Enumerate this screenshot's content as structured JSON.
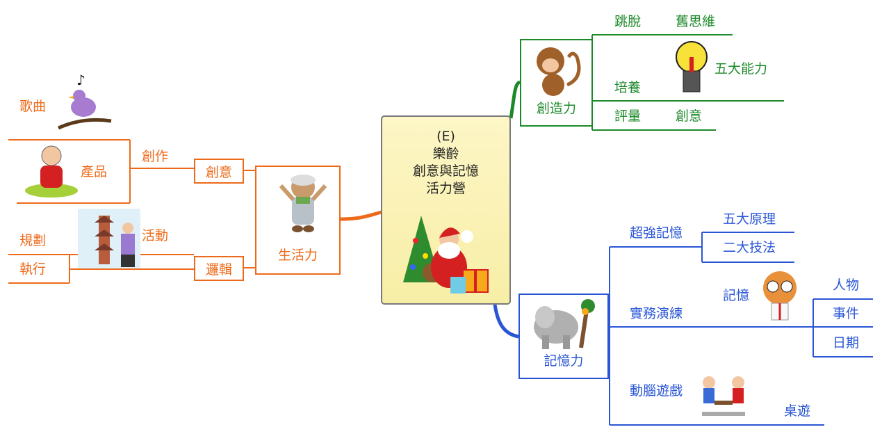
{
  "center": {
    "line1": "(E)",
    "line2": "樂齡",
    "line3": "創意與記憶",
    "line4": "活力營"
  },
  "left": {
    "main": "生活力",
    "creative": {
      "label": "創意",
      "branch": "創作",
      "items": [
        "歌曲",
        "產品"
      ]
    },
    "logic": {
      "label": "邏輯",
      "branch": "活動",
      "items": [
        "規劃",
        "執行"
      ]
    }
  },
  "creativity": {
    "label": "創造力",
    "rows": [
      {
        "left": "跳脫",
        "right": "舊思維"
      },
      {
        "left": "培養",
        "right": "五大能力"
      },
      {
        "left": "評量",
        "right": "創意"
      }
    ]
  },
  "memory": {
    "label": "記憶力",
    "super": {
      "label": "超強記憶",
      "items": [
        "五大原理",
        "二大技法"
      ]
    },
    "practice": {
      "label": "實務演練",
      "sub": "記憶",
      "items": [
        "人物",
        "事件",
        "日期"
      ]
    },
    "games": {
      "label": "動腦遊戲",
      "item": "桌遊"
    }
  },
  "colors": {
    "orange": "#ee6a1a",
    "green": "#1d8a2a",
    "blue": "#2a56d6",
    "center_fill": "#fbf2b5"
  },
  "icons": [
    "bird-icon",
    "grandma-icon",
    "pagoda-icon",
    "teddy-bear-icon",
    "santa-icon",
    "monkey-icon",
    "lightbulb-icon",
    "elephant-icon",
    "owl-icon",
    "chess-players-icon"
  ]
}
